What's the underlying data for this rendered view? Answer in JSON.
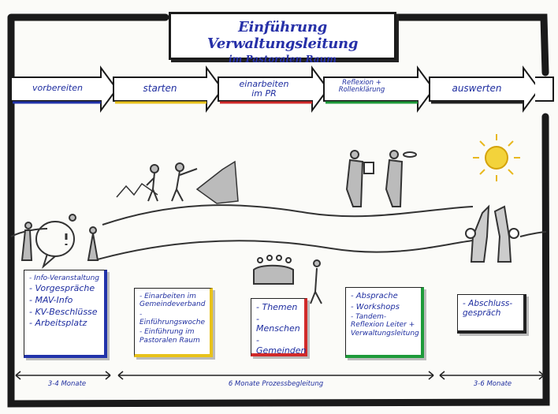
{
  "title": {
    "line1": "Einführung Verwaltungsleitung",
    "line2": "im Pastoralen Raum"
  },
  "phases": [
    {
      "label": "vorbereiten",
      "color": "#2233aa"
    },
    {
      "label": "starten",
      "color": "#e8c21c"
    },
    {
      "label": "einarbeiten im PR",
      "color": "#d12a2a"
    },
    {
      "label": "Reflexion + Rollenklärung",
      "color": "#1e9a3a"
    },
    {
      "label": "auswerten",
      "color": "#222222"
    }
  ],
  "cards": [
    {
      "items": [
        "Info-Veranstaltung",
        "Vorgespräche",
        "MAV-Info",
        "KV-Beschlüsse",
        "Arbeitsplatz"
      ],
      "color": "#2233aa"
    },
    {
      "items": [
        "Einarbeiten im Gemeindeverband",
        "Einführungswoche",
        "Einführung im Pastoralen Raum"
      ],
      "color": "#e8c21c"
    },
    {
      "items": [
        "Themen",
        "Menschen",
        "Gemeinden"
      ],
      "color": "#d12a2a"
    },
    {
      "items": [
        "Absprache",
        "Workshops",
        "Tandem-Reflexion Leiter + Verwaltungsleitung"
      ],
      "color": "#1e9a3a"
    },
    {
      "items": [
        "Abschluss-gespräch"
      ],
      "color": "#222222"
    }
  ],
  "durations": [
    "3-4 Monate",
    "6 Monate Prozessbegleitung",
    "3-6 Monate"
  ]
}
